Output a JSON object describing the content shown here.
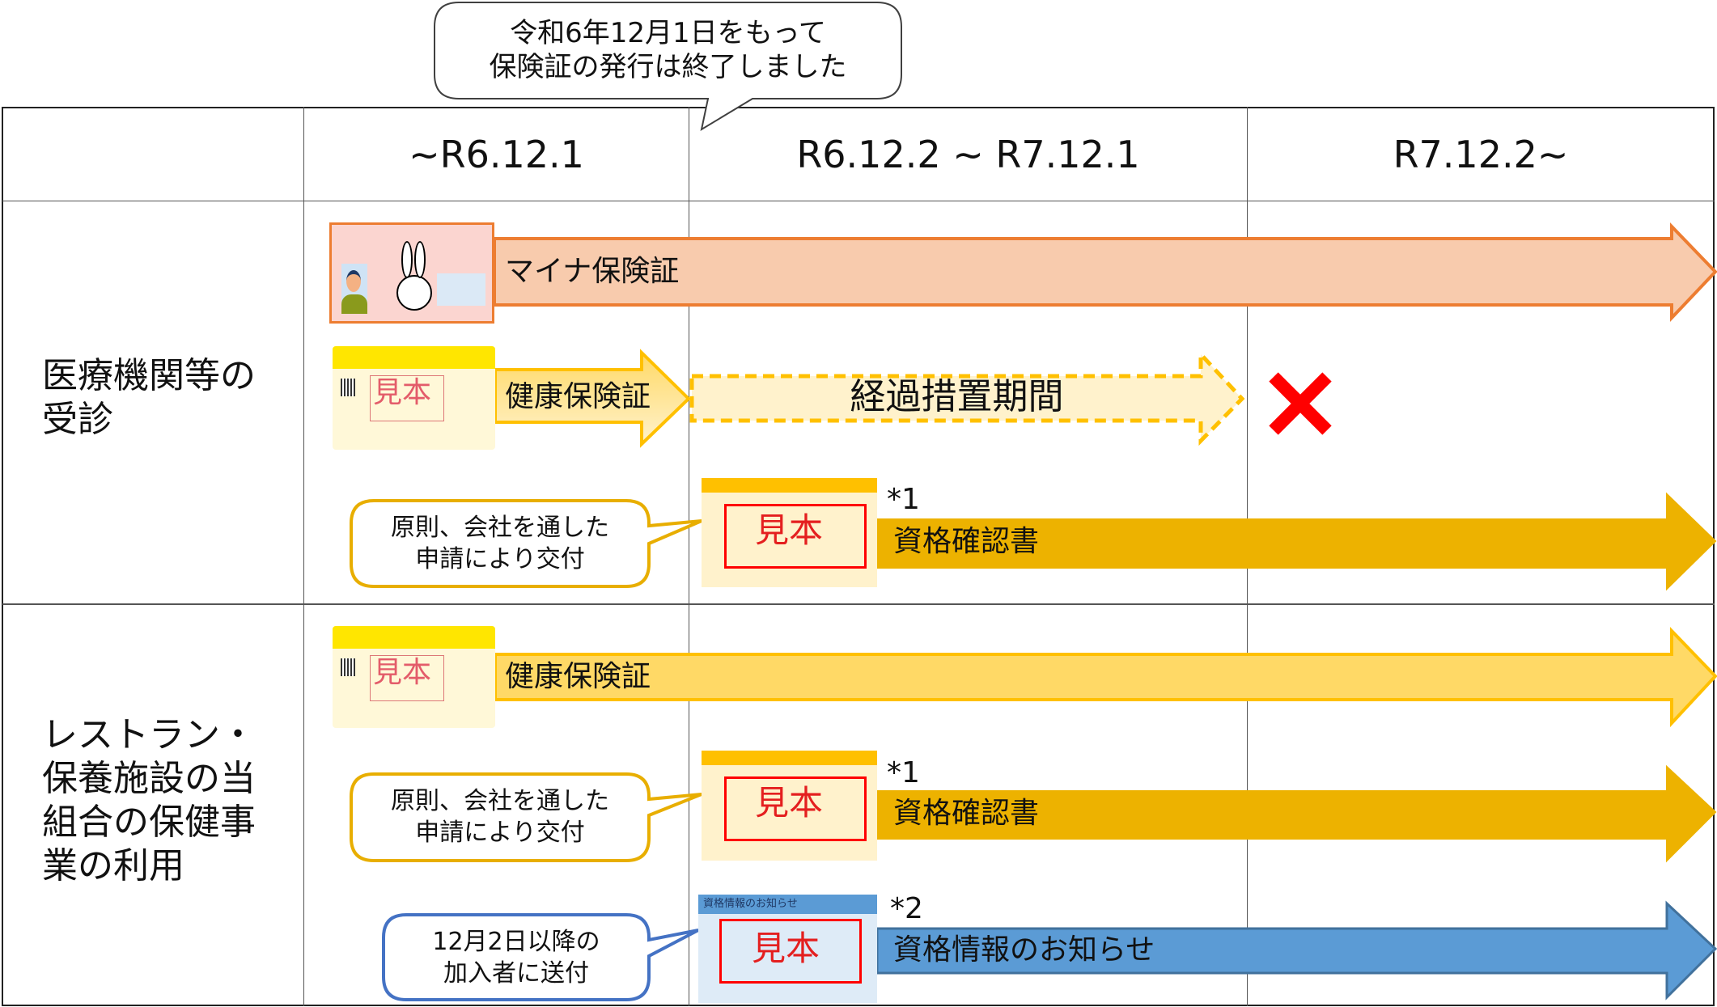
{
  "bubble": {
    "lines": [
      "令和6年12月1日をもって",
      "保険証の発行は終了しました"
    ]
  },
  "header": {
    "columns": [
      "",
      "~R6.12.1",
      "R6.12.2 ~ R7.12.1",
      "R7.12.2~"
    ]
  },
  "rows": [
    {
      "label": "医療機関等の\n受診"
    },
    {
      "label": "レストラン・\n保養施設の当\n組合の保健事\n業の利用"
    }
  ],
  "section1": {
    "myna": {
      "label": "マイナ保険証",
      "color": "#F8CBAD",
      "border": "#ED7D31"
    },
    "kenko": {
      "label": "健康保険証",
      "stamp": "見本",
      "color": "#FFE699",
      "border": "#FFC000"
    },
    "transition": {
      "label": "経過措置期間",
      "color": "#FFF2CC",
      "border": "#FFC000"
    },
    "end_mark": {
      "icon": "red-x-icon",
      "color": "#FF0000"
    },
    "shikaku": {
      "label": "資格確認書",
      "note": "*1",
      "stamp": "見本",
      "color": "#EDB200"
    },
    "callout": {
      "text": "原則、会社を通した\n申請により交付",
      "border": "#E8AE00"
    }
  },
  "section2": {
    "kenko": {
      "label": "健康保険証",
      "stamp": "見本",
      "color": "#FFD966",
      "border": "#FFC000"
    },
    "shikaku": {
      "label": "資格確認書",
      "note": "*1",
      "stamp": "見本",
      "color": "#EDB200"
    },
    "callout": {
      "text": "原則、会社を通した\n申請により交付",
      "border": "#E8AE00"
    },
    "notice": {
      "label": "資格情報のお知らせ",
      "note": "*2",
      "stamp": "見本",
      "card_title": "資格情報のお知らせ",
      "color": "#5B9BD5",
      "border": "#41719C"
    },
    "notice_callout": {
      "text": "12月2日以降の\n加入者に送付",
      "border": "#4472C4"
    }
  }
}
